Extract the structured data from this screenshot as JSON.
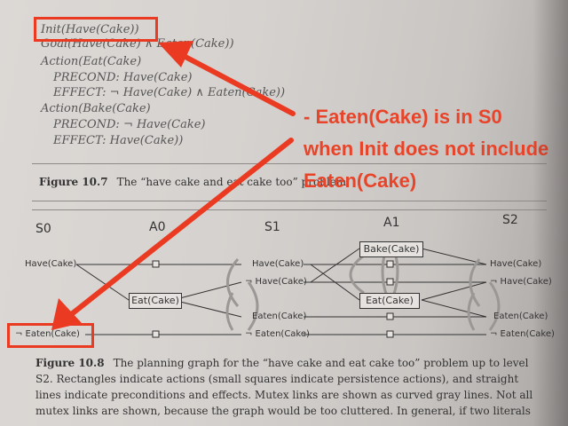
{
  "figure_10_7": {
    "lines": [
      "Init(Have(Cake))",
      "Goal(Have(Cake) ∧ Eaten(Cake))",
      "Action(Eat(Cake)",
      "PRECOND: Have(Cake)",
      "EFFECT: ¬ Have(Cake) ∧ Eaten(Cake))",
      "Action(Bake(Cake)",
      "PRECOND: ¬ Have(Cake)",
      "EFFECT: Have(Cake))"
    ],
    "caption_label": "Figure 10.7",
    "caption_text": "The “have cake and eat cake too” problem."
  },
  "graph": {
    "levels": [
      "S0",
      "A0",
      "S1",
      "A1",
      "S2"
    ],
    "s0": [
      "Have(Cake)",
      "¬ Eaten(Cake)"
    ],
    "a0": [
      "Eat(Cake)"
    ],
    "s1": [
      "Have(Cake)",
      "¬ Have(Cake)",
      "Eaten(Cake)",
      "¬ Eaten(Cake)"
    ],
    "a1": [
      "Bake(Cake)",
      "Eat(Cake)"
    ],
    "s2": [
      "Have(Cake)",
      "¬ Have(Cake)",
      "Eaten(Cake)",
      "¬ Eaten(Cake)"
    ]
  },
  "figure_10_8": {
    "caption_label": "Figure 10.8",
    "lines": [
      "The planning graph for the “have cake and eat cake too” problem up to level",
      "S2.  Rectangles indicate actions (small squares indicate persistence actions), and straight",
      "lines indicate preconditions and effects. Mutex links are shown as curved gray lines. Not all",
      "mutex links are shown, because the graph would be too cluttered. In general, if two literals"
    ]
  },
  "annotation": {
    "highlight_init": "Init(Have(Cake))",
    "highlight_not_eaten": "¬ Eaten(Cake)",
    "callout_lines": [
      "- Eaten(Cake) is in S0",
      "when Init does not",
      "include Eaten(Cake)"
    ],
    "color": "#ea3b22"
  }
}
